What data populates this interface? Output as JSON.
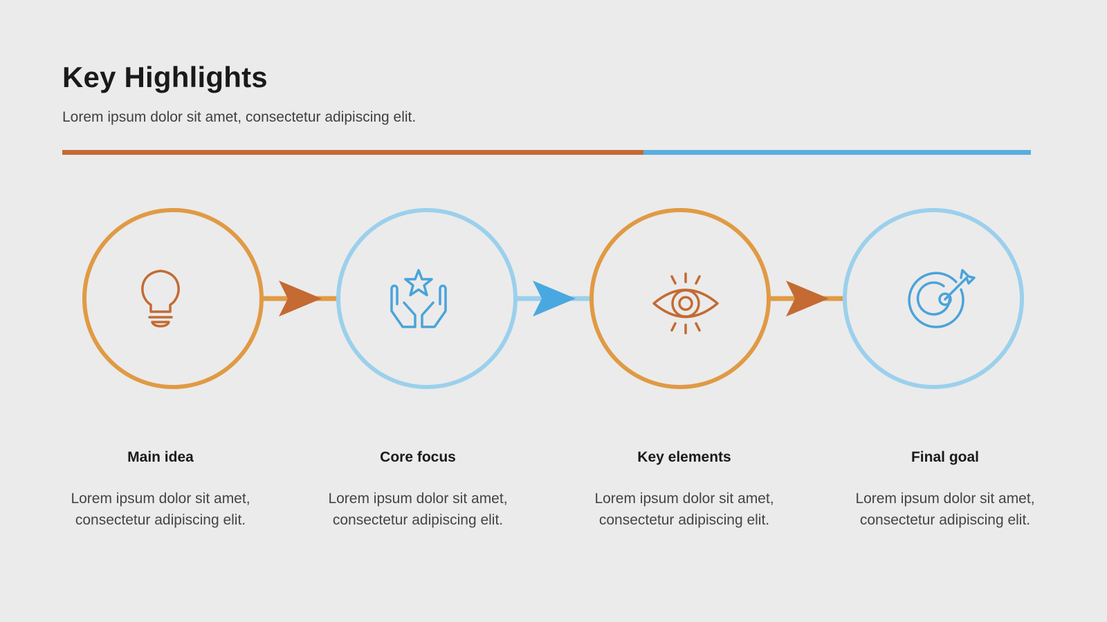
{
  "title": "Key Highlights",
  "subtitle": "Lorem ipsum dolor sit amet, consectetur adipiscing elit.",
  "colors": {
    "background": "#ebebeb",
    "divider_orange": "#c46a32",
    "divider_blue": "#5aaee0",
    "ring_orange": "#e09a44",
    "ring_blue": "#9bd0ec",
    "icon_orange": "#c46a32",
    "icon_blue": "#4aa3d9",
    "arrow_orange": "#c46a32",
    "arrow_blue": "#4aa8e0"
  },
  "steps": [
    {
      "label": "Main idea",
      "description": "Lorem ipsum dolor sit amet, consectetur adipiscing elit.",
      "icon": "lightbulb-icon",
      "theme": "orange"
    },
    {
      "label": "Core focus",
      "description": "Lorem ipsum dolor sit amet, consectetur adipiscing elit.",
      "icon": "hands-star-icon",
      "theme": "blue"
    },
    {
      "label": "Key elements",
      "description": "Lorem ipsum dolor sit amet, consectetur adipiscing elit.",
      "icon": "eye-icon",
      "theme": "orange"
    },
    {
      "label": "Final goal",
      "description": "Lorem ipsum dolor sit amet, consectetur adipiscing elit.",
      "icon": "target-icon",
      "theme": "blue"
    }
  ]
}
